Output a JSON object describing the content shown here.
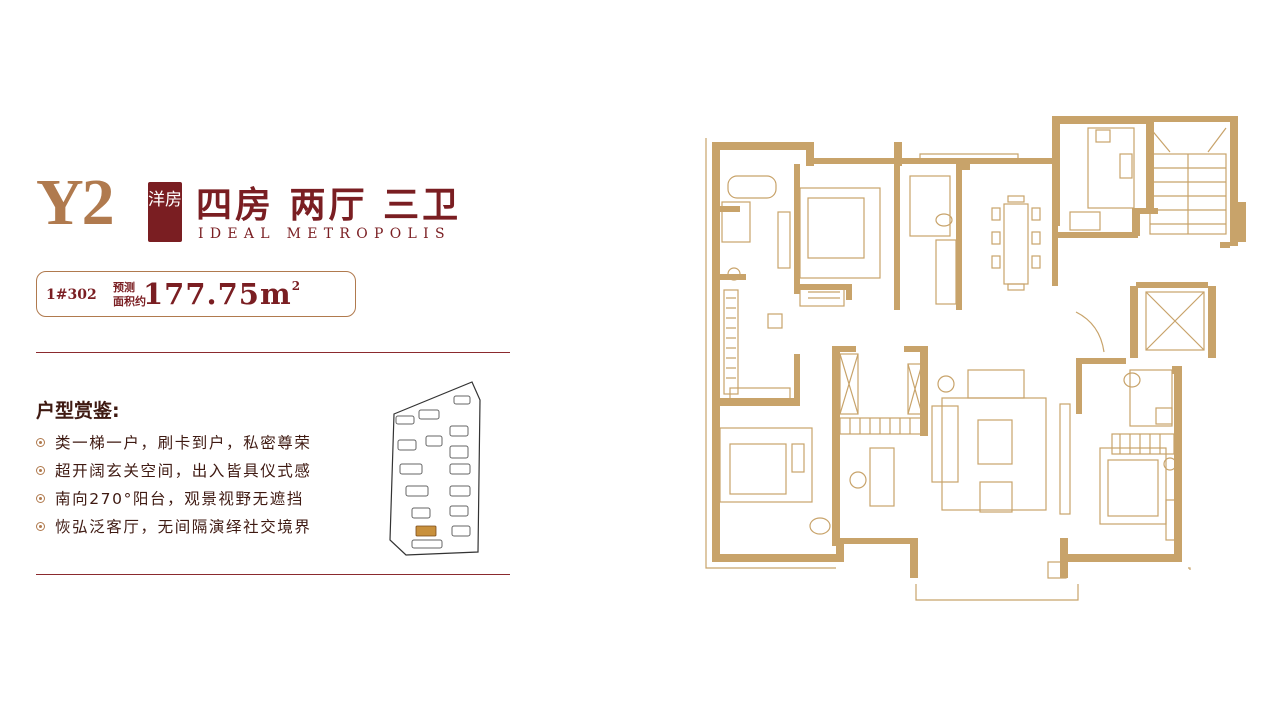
{
  "header": {
    "model": "Y2",
    "badge": "洋房",
    "layout_title": "四房 两厅 三卫",
    "subtitle": "IDEAL METROPOLIS"
  },
  "area": {
    "unit_no": "1#302",
    "label_line1": "预测",
    "label_line2": "面积约",
    "value": "177.75m",
    "unit_sup": "2"
  },
  "features": {
    "heading": "户型赏鉴:",
    "items": [
      "类一梯一户，刷卡到户，私密尊荣",
      "超开阔玄关空间，出入皆具仪式感",
      "南向270°阳台，观景视野无遮挡",
      "恢弘泛客厅，无间隔演绎社交境界"
    ]
  },
  "colors": {
    "primary": "#7a1e22",
    "gold": "#b07a4e",
    "wall": "#c8a36a",
    "text": "#3f1a12",
    "highlight": "#c8903c"
  }
}
